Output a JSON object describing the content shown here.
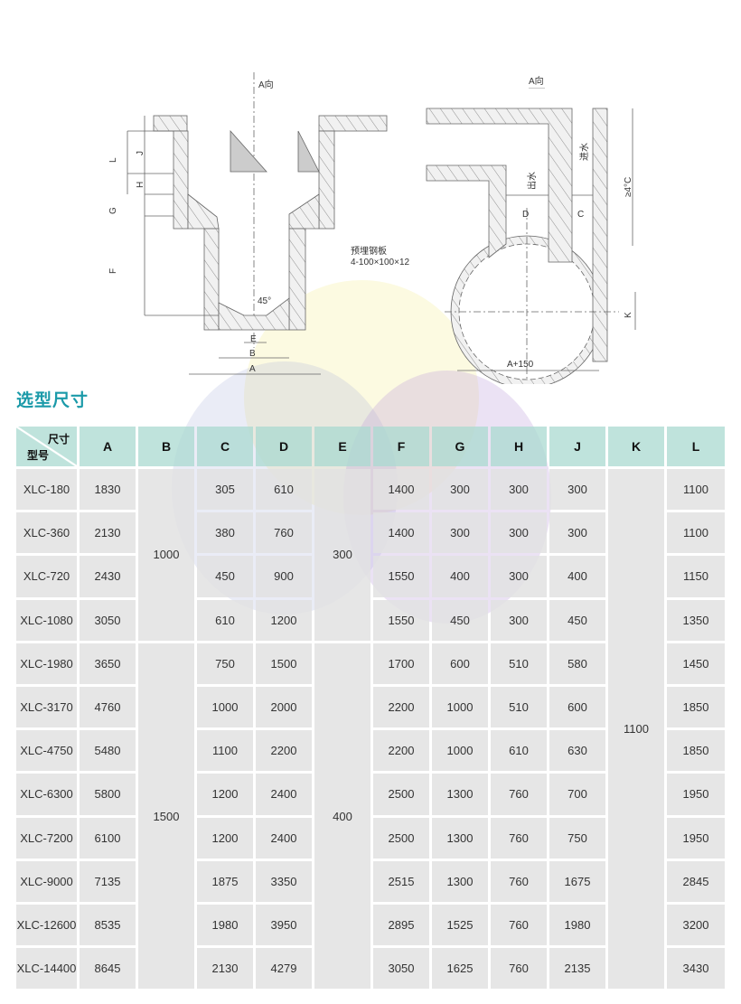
{
  "drawing": {
    "front_view": {
      "direction_label": "A向",
      "dims": [
        "L",
        "J",
        "H",
        "G",
        "F",
        "E",
        "B",
        "A"
      ],
      "angle": "45°",
      "embedded_plate_title": "预埋钢板",
      "embedded_plate_spec": "4-100×100×12"
    },
    "side_view": {
      "direction_label": "A向",
      "outlet": "出水",
      "inlet": "进水",
      "dims": [
        "D",
        "C",
        "K"
      ],
      "height_label": "≥4°C",
      "width_label": "A+150"
    }
  },
  "section_title": "选型尺寸",
  "table": {
    "corner_top": "尺寸",
    "corner_bottom": "型号",
    "columns": [
      "A",
      "B",
      "C",
      "D",
      "E",
      "F",
      "G",
      "H",
      "J",
      "K",
      "L"
    ],
    "b_groups": [
      "1000",
      "1500"
    ],
    "e_groups": [
      "300",
      "400"
    ],
    "k_value": "1100",
    "rows": [
      {
        "model": "XLC-180",
        "A": "1830",
        "C": "305",
        "D": "610",
        "F": "1400",
        "G": "300",
        "H": "300",
        "J": "300",
        "L": "1100"
      },
      {
        "model": "XLC-360",
        "A": "2130",
        "C": "380",
        "D": "760",
        "F": "1400",
        "G": "300",
        "H": "300",
        "J": "300",
        "L": "1100"
      },
      {
        "model": "XLC-720",
        "A": "2430",
        "C": "450",
        "D": "900",
        "F": "1550",
        "G": "400",
        "H": "300",
        "J": "400",
        "L": "1150"
      },
      {
        "model": "XLC-1080",
        "A": "3050",
        "C": "610",
        "D": "1200",
        "F": "1550",
        "G": "450",
        "H": "300",
        "J": "450",
        "L": "1350"
      },
      {
        "model": "XLC-1980",
        "A": "3650",
        "C": "750",
        "D": "1500",
        "F": "1700",
        "G": "600",
        "H": "510",
        "J": "580",
        "L": "1450"
      },
      {
        "model": "XLC-3170",
        "A": "4760",
        "C": "1000",
        "D": "2000",
        "F": "2200",
        "G": "1000",
        "H": "510",
        "J": "600",
        "L": "1850"
      },
      {
        "model": "XLC-4750",
        "A": "5480",
        "C": "1100",
        "D": "2200",
        "F": "2200",
        "G": "1000",
        "H": "610",
        "J": "630",
        "L": "1850"
      },
      {
        "model": "XLC-6300",
        "A": "5800",
        "C": "1200",
        "D": "2400",
        "F": "2500",
        "G": "1300",
        "H": "760",
        "J": "700",
        "L": "1950"
      },
      {
        "model": "XLC-7200",
        "A": "6100",
        "C": "1200",
        "D": "2400",
        "F": "2500",
        "G": "1300",
        "H": "760",
        "J": "750",
        "L": "1950"
      },
      {
        "model": "XLC-9000",
        "A": "7135",
        "C": "1875",
        "D": "3350",
        "F": "2515",
        "G": "1300",
        "H": "760",
        "J": "1675",
        "L": "2845"
      },
      {
        "model": "XLC-12600",
        "A": "8535",
        "C": "1980",
        "D": "3950",
        "F": "2895",
        "G": "1525",
        "H": "760",
        "J": "1980",
        "L": "3200"
      },
      {
        "model": "XLC-14400",
        "A": "8645",
        "C": "2130",
        "D": "4279",
        "F": "3050",
        "G": "1625",
        "H": "760",
        "J": "2135",
        "L": "3430"
      }
    ]
  }
}
